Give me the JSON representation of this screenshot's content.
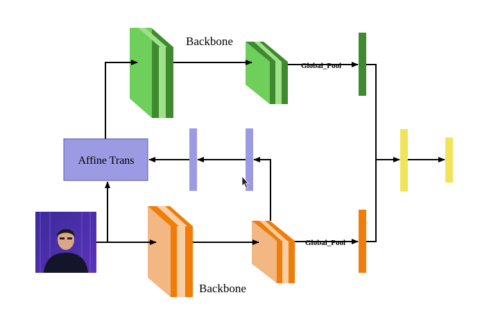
{
  "labels": {
    "backbone_top": "Backbone",
    "backbone_bottom": "Backbone",
    "global_pool_top": "Global_Pool",
    "global_pool_bottom": "Global_Pool",
    "affine_trans": "Affine Trans"
  },
  "colors": {
    "green_front": "#6fcf5b",
    "green_light": "#9fe08a",
    "green_dark": "#3f8a2e",
    "green_bar": "#3e8a30",
    "orange_front": "#f2b783",
    "orange_light": "#f8cfa4",
    "orange_dark": "#ef7d08",
    "orange_bar": "#ef7d08",
    "purple_bar": "#9b9ae3",
    "affine_fill": "#9b9ae3",
    "yellow_bar": "#f2e35c",
    "arrow": "#000000"
  },
  "icons": {
    "photo": "person-photo",
    "cursor": "mouse-cursor-icon"
  }
}
